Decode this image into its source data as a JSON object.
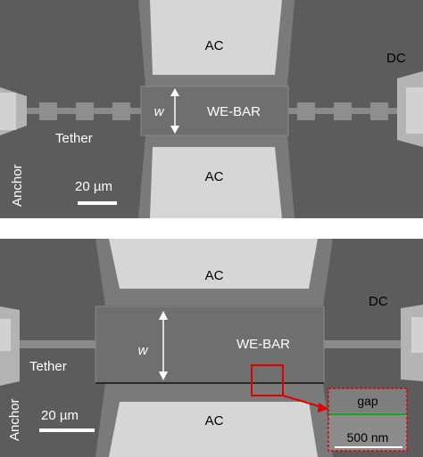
{
  "panels": [
    {
      "ac_top": "AC",
      "ac_bottom": "AC",
      "bar": "WE-BAR",
      "width_symbol": "w",
      "tether": "Tether",
      "anchor": "Anchor",
      "dc": "DC",
      "scale": "20 µm"
    },
    {
      "ac_top": "AC",
      "ac_bottom": "AC",
      "bar": "WE-BAR",
      "width_symbol": "w",
      "tether": "Tether",
      "anchor": "Anchor",
      "dc": "DC",
      "scale": "20 µm",
      "inset_gap": "gap",
      "inset_scale": "500 nm"
    }
  ],
  "colors": {
    "background": "#5f5f5f",
    "electrode": "#c8c8c8",
    "electrode_fill": "#dcdcdc",
    "bar": "#6d6d6d",
    "highlight": "#e00000",
    "gap_line": "#1f9a2e"
  }
}
